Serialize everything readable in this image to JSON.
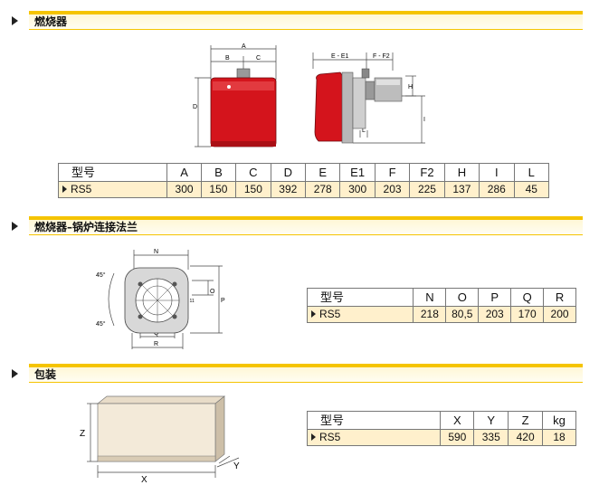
{
  "sections": [
    {
      "title": "燃烧器"
    },
    {
      "title": "燃烧器–锅炉连接法兰"
    },
    {
      "title": "包装"
    }
  ],
  "table1": {
    "headers": [
      "型号",
      "A",
      "B",
      "C",
      "D",
      "E",
      "E1",
      "F",
      "F2",
      "H",
      "I",
      "L"
    ],
    "rows": [
      [
        "RS5",
        "300",
        "150",
        "150",
        "392",
        "278",
        "300",
        "203",
        "225",
        "137",
        "286",
        "45"
      ]
    ]
  },
  "table2": {
    "headers": [
      "型号",
      "N",
      "O",
      "P",
      "Q",
      "R"
    ],
    "rows": [
      [
        "RS5",
        "218",
        "80,5",
        "203",
        "170",
        "200"
      ]
    ]
  },
  "table3": {
    "headers": [
      "型号",
      "X",
      "Y",
      "Z",
      "kg"
    ],
    "rows": [
      [
        "RS5",
        "590",
        "335",
        "420",
        "18"
      ]
    ]
  },
  "diagram1": {
    "front": {
      "A": "A",
      "B": "B",
      "C": "C",
      "D": "D"
    },
    "side": {
      "E_E1": "E - E1",
      "F_F2": "F - F2",
      "H": "H",
      "I": "I",
      "L": "L"
    }
  },
  "diagram2": {
    "angle_top": "45°",
    "angle_bottom": "45°",
    "N": "N",
    "O": "O",
    "P": "P",
    "Q": "Q",
    "R": "R",
    "M": "M 11"
  },
  "diagram3": {
    "X": "X",
    "Y": "Y",
    "Z": "Z"
  },
  "colors": {
    "accent": "#f5c400",
    "burner": "#d4141c",
    "row_highlight": "#fff0cc"
  }
}
